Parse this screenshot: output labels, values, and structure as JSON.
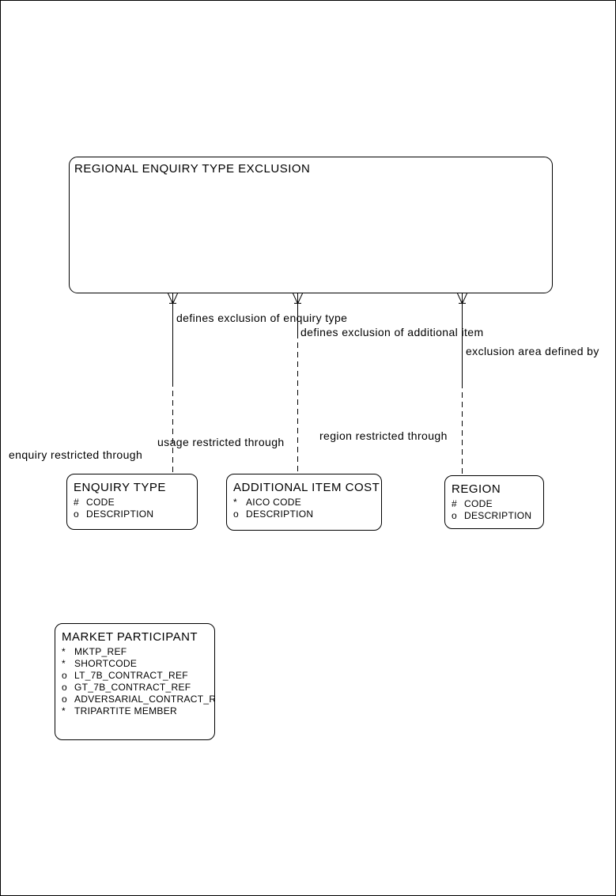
{
  "colors": {
    "ink": "#000000",
    "paper": "#ffffff"
  },
  "main_entity": {
    "title": "REGIONAL ENQUIRY TYPE EXCLUSION"
  },
  "relationships": [
    {
      "source_end_label": "defines exclusion of enquiry type",
      "target_end_label": "enquiry restricted through"
    },
    {
      "source_end_label": "defines exclusion of additional item",
      "target_end_label": "usage restricted through"
    },
    {
      "source_end_label": "exclusion area defined by",
      "target_end_label": "region restricted through"
    }
  ],
  "entities": [
    {
      "title": "ENQUIRY TYPE",
      "attributes": [
        {
          "prefix": "#",
          "name": "CODE"
        },
        {
          "prefix": "o",
          "name": "DESCRIPTION"
        }
      ]
    },
    {
      "title": "ADDITIONAL ITEM COST",
      "attributes": [
        {
          "prefix": "*",
          "name": "AICO CODE"
        },
        {
          "prefix": "o",
          "name": "DESCRIPTION"
        }
      ]
    },
    {
      "title": "REGION",
      "attributes": [
        {
          "prefix": "#",
          "name": "CODE"
        },
        {
          "prefix": "o",
          "name": "DESCRIPTION"
        }
      ]
    },
    {
      "title": "MARKET PARTICIPANT",
      "attributes": [
        {
          "prefix": "*",
          "name": "MKTP_REF"
        },
        {
          "prefix": "*",
          "name": "SHORTCODE"
        },
        {
          "prefix": "o",
          "name": "LT_7B_CONTRACT_REF"
        },
        {
          "prefix": "o",
          "name": "GT_7B_CONTRACT_REF"
        },
        {
          "prefix": "o",
          "name": "ADVERSARIAL_CONTRACT_REF"
        },
        {
          "prefix": "*",
          "name": "TRIPARTITE MEMBER"
        }
      ]
    }
  ]
}
